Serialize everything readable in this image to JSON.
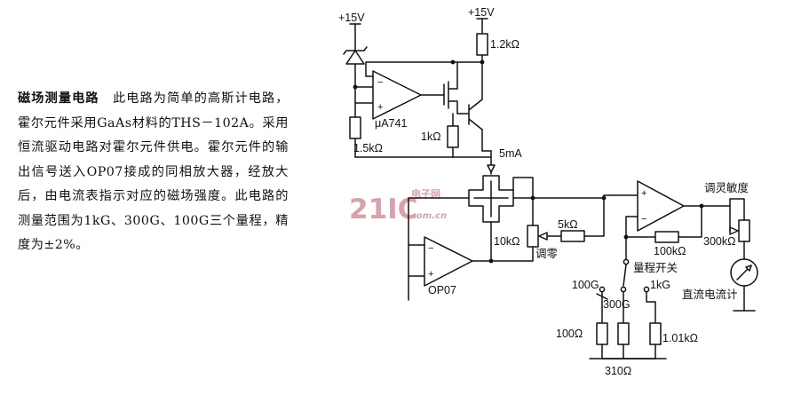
{
  "description": {
    "title": "磁场测量电路",
    "body": "此电路为简单的高斯计电路，霍尔元件采用GaAs材料的THS－102A。采用恒流驱动电路对霍尔元件供电。霍尔元件的输出信号送入OP07接成的同相放大器，经放大后，由电流表指示对应的磁场强度。此电路的测量范围为1kG、300G、100G三个量程，精度为±2%。"
  },
  "watermark": {
    "number": "21IC",
    "cn": "电子网",
    "en": "com.cn"
  },
  "labels": {
    "vcc_left": "+15V",
    "vcc_right": "+15V",
    "r_top": "1.2kΩ",
    "opamp1": "μA741",
    "r_1k": "1kΩ",
    "r_1k5": "1.5kΩ",
    "current": "5mA",
    "r_5k": "5kΩ",
    "pot_10k": "10kΩ",
    "zero_adj": "调零",
    "opamp2": "OP07",
    "sens_adj": "调灵敏度",
    "r_100k": "100kΩ",
    "r_300k": "300kΩ",
    "range_switch": "量程开关",
    "range_100g": "100G",
    "range_300g": "300G",
    "range_1kg": "1kG",
    "r_100": "100Ω",
    "r_310": "310Ω",
    "r_1k01": "1.01kΩ",
    "meter": "直流电流计"
  }
}
